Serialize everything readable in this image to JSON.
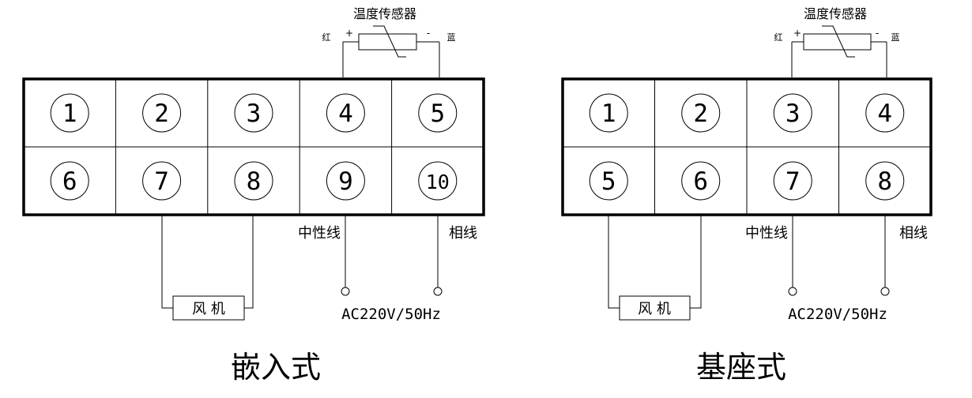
{
  "colors": {
    "ink": "#000000",
    "background": "#ffffff"
  },
  "panels": [
    {
      "caption": "嵌入式",
      "sensor_label": "温度传感器",
      "sensor_pos_color": "红",
      "sensor_neg_color": "蓝",
      "plus_sign": "+",
      "minus_sign": "-",
      "neutral_label": "中性线",
      "phase_label": "相线",
      "fan_label": "风 机",
      "power_label": "AC220V/50Hz",
      "terminals_top": [
        "1",
        "2",
        "3",
        "4",
        "5"
      ],
      "terminals_bottom": [
        "6",
        "7",
        "8",
        "9",
        "10"
      ]
    },
    {
      "caption": "基座式",
      "sensor_label": "温度传感器",
      "sensor_pos_color": "红",
      "sensor_neg_color": "蓝",
      "plus_sign": "+",
      "minus_sign": "-",
      "neutral_label": "中性线",
      "phase_label": "相线",
      "fan_label": "风 机",
      "power_label": "AC220V/50Hz",
      "terminals_top": [
        "1",
        "2",
        "3",
        "4"
      ],
      "terminals_bottom": [
        "5",
        "6",
        "7",
        "8"
      ]
    }
  ]
}
